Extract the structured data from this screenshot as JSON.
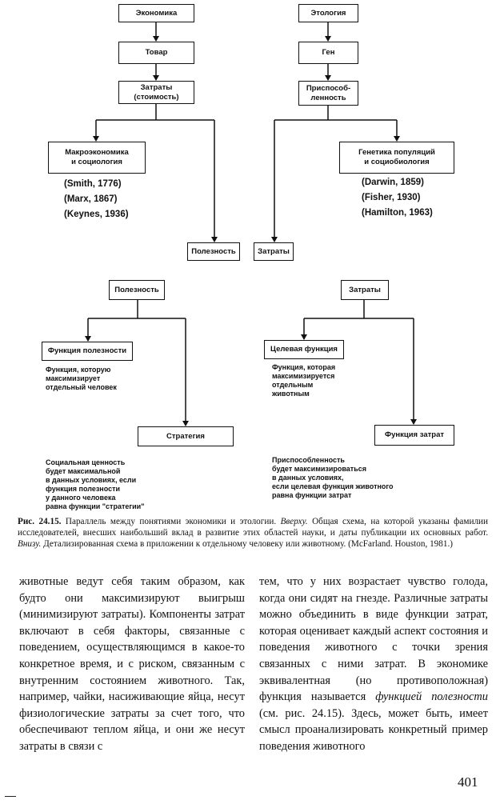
{
  "top_left": {
    "economics": "Экономика",
    "goods": "Товар",
    "costs_value": "Затраты\n(стоимость)",
    "macro": "Макроэкономика\nи социология",
    "refs": "(Smith, 1776)\n(Marx, 1867)\n(Keynes, 1936)",
    "utility": "Полезность"
  },
  "top_right": {
    "ethology": "Этология",
    "gene": "Ген",
    "fitness": "Приспособ-\nленность",
    "genetics": "Генетика популяций\nи социобиология",
    "refs": "(Darwin, 1859)\n(Fisher, 1930)\n(Hamilton, 1963)",
    "costs": "Затраты"
  },
  "bottom_left": {
    "utility": "Полезность",
    "utility_function": "Функция полезности",
    "utility_note": "Функция, которую\nмаксимизирует\nотдельный человек",
    "strategy": "Стратегия",
    "social_note": "Социальная ценность\nбудет максимальной\nв данных условиях, если\nфункция полезности\nу данного человека\nравна функции \"стратегии\""
  },
  "bottom_right": {
    "costs": "Затраты",
    "goal_function": "Целевая функция",
    "goal_note": "Функция, которая\nмаксимизируется\nотдельным\nживотным",
    "cost_function": "Функция затрат",
    "fitness_note": "Приспособленность\nбудет максимизироваться\nв данных условиях,\nесли целевая  функция животного\nравна функции затрат"
  },
  "caption": {
    "label": "Рис. 24.15.",
    "text1": " Параллель между понятиями экономики и этологии. ",
    "top_word": "Вверху.",
    "text2": " Общая схема, на которой указаны фамилии исследователей, внесших наибольший вклад в развитие этих областей науки, и даты публикации их основных работ. ",
    "bottom_word": "Внизу.",
    "text3": " Детализированная схема в приложении к отдельному человеку или животному. (McFarland. Houston, 1981.)"
  },
  "body": {
    "left": "животные ведут себя таким образом, как будто они максимизируют выигрыш (минимизируют затраты). Компоненты затрат включают в себя факторы, связанные с поведением, осуществляющимся в какое-то конкретное время, и с риском, связанным с внутренним состоянием животного. Так, например, чайки, насиживающие яйца, несут физиологические затраты за счет того, что обеспечивают теплом яйца, и они же несут затраты в связи с",
    "right_1": "тем, что у них возрастает чувство голода, когда они сидят на гнезде. Различные затраты можно объединить в виде функции затрат, которая оценивает каждый аспект состояния и поведения животного с точки зрения связанных с ними затрат. В экономике эквивалентная (но противоположная) функция называется ",
    "right_italic_1": "функцией полезности",
    "right_2": " (см. рис. 24.15). Здесь, может быть, имеет смысл проанализировать конкретный пример поведения животного"
  },
  "page_number": "401"
}
